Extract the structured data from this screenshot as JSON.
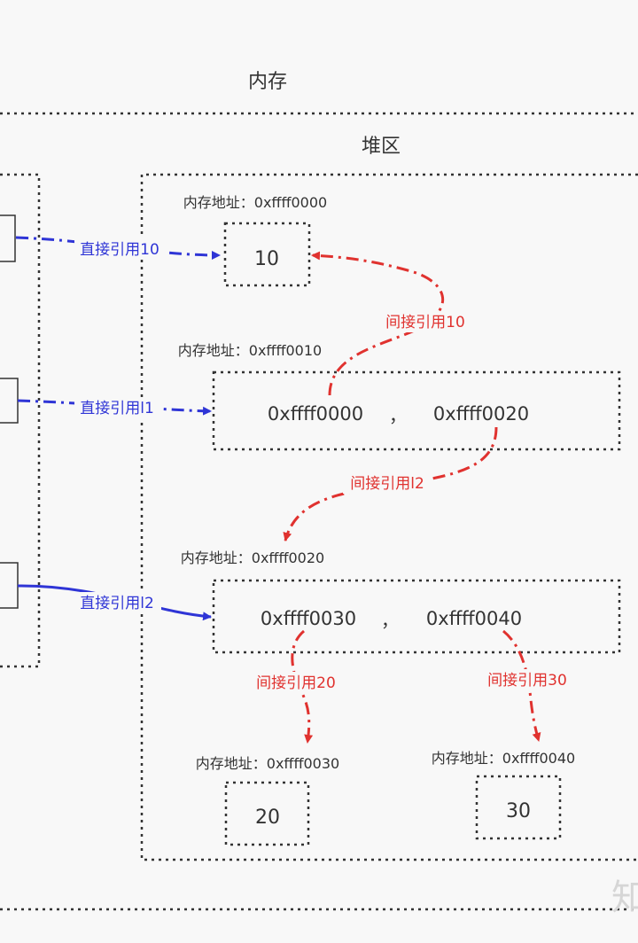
{
  "memory_title": "内存",
  "heap_title": "堆区",
  "watermark": "知",
  "colors": {
    "direct": "#2f35d6",
    "indirect": "#e0322f",
    "box": "#333333"
  },
  "blocks": {
    "b10": {
      "address": "内存地址：0xffff0000",
      "value": "10"
    },
    "b_pair1": {
      "address": "内存地址：0xffff0010",
      "value1": "0xffff0000",
      "separator": "，",
      "value2": "0xffff0020"
    },
    "b_pair2": {
      "address": "内存地址：0xffff0020",
      "value1": "0xffff0030",
      "separator": "，",
      "value2": "0xffff0040"
    },
    "b20": {
      "address": "内存地址：0xffff0030",
      "value": "20"
    },
    "b30": {
      "address": "内存地址：0xffff0040",
      "value": "30"
    }
  },
  "arrows": {
    "direct_10": "直接引用10",
    "direct_l1": "直接引用l1",
    "direct_l2": "直接引用l2",
    "indirect_10": "间接引用10",
    "indirect_l2": "间接引用l2",
    "indirect_20": "间接引用20",
    "indirect_30": "间接引用30"
  }
}
